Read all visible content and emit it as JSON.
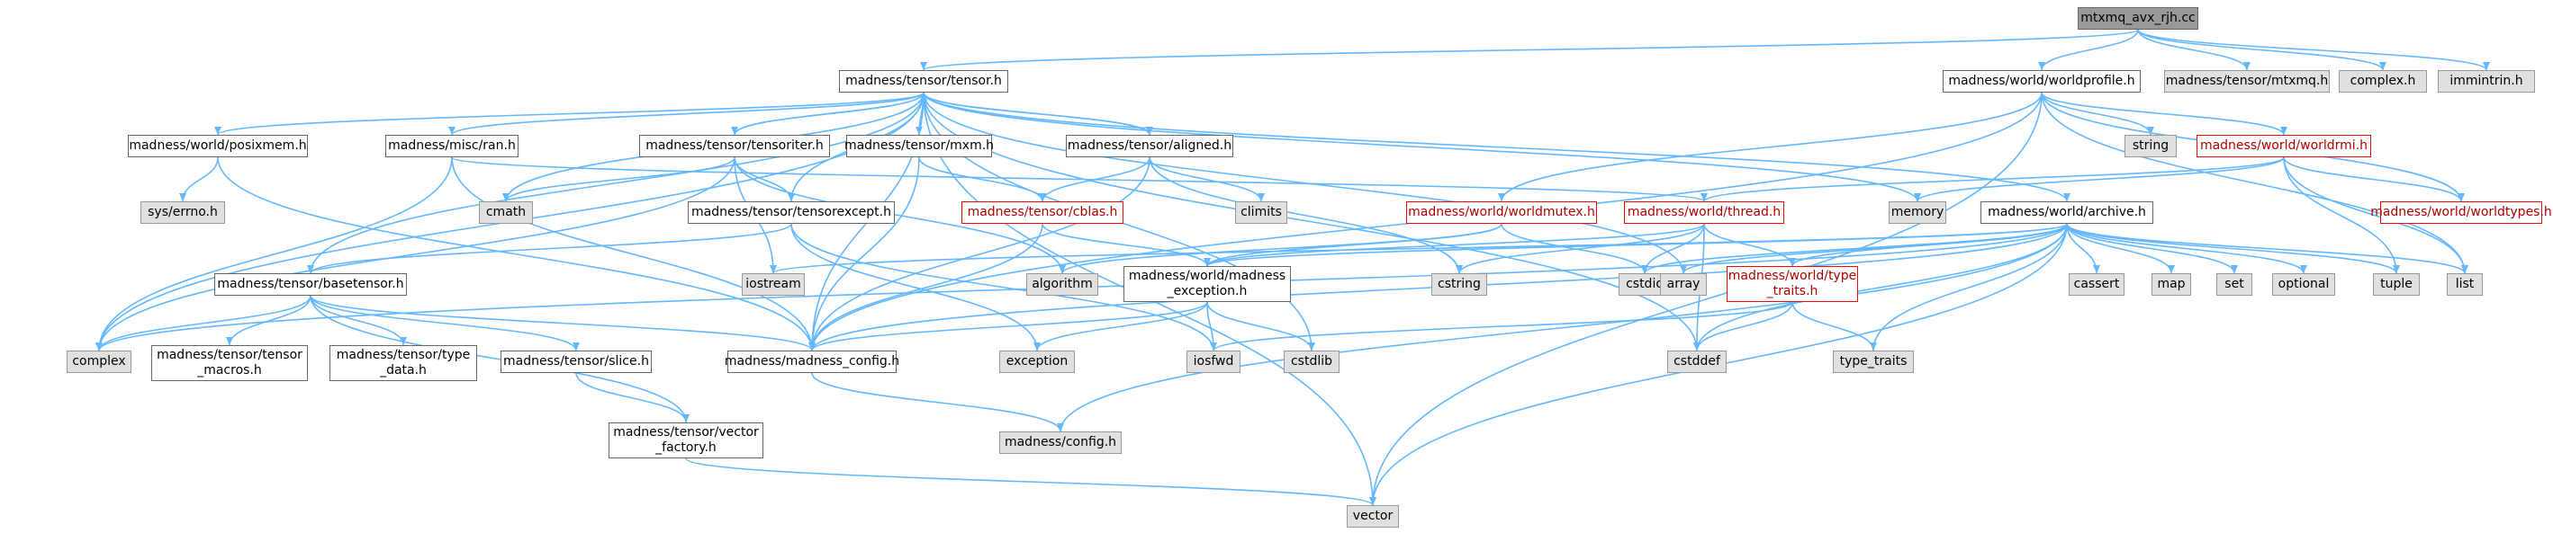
{
  "colors": {
    "edge": "#63b8ff",
    "node_border": "#666666",
    "sys_fill": "#e0e0e0",
    "root_fill": "#999999",
    "broken_border": "#ff0000"
  },
  "nodes": {
    "root": "mtxmq_avx_rjh.cc",
    "tensor": "madness/tensor/tensor.h",
    "worldprofile": "madness/world/worldprofile.h",
    "mtxmq": "madness/tensor/mtxmq.h",
    "complex_h": "complex.h",
    "immintrin": "immintrin.h",
    "posixmem": "madness/world/posixmem.h",
    "ran": "madness/misc/ran.h",
    "tensoriter": "madness/tensor/tensoriter.h",
    "mxm": "madness/tensor/mxm.h",
    "aligned": "madness/tensor/aligned.h",
    "string": "string",
    "worldrmi": "madness/world/worldrmi.h",
    "errno": "sys/errno.h",
    "cmath": "cmath",
    "tensorexcept": "madness/tensor/tensorexcept.h",
    "cblas": "madness/tensor/cblas.h",
    "climits": "climits",
    "worldmutex": "madness/world/worldmutex.h",
    "thread": "madness/world/thread.h",
    "memory": "memory",
    "archive": "madness/world/archive.h",
    "worldtypes": "madness/world/worldtypes.h",
    "basetensor": "madness/tensor/basetensor.h",
    "iostream": "iostream",
    "algorithm": "algorithm",
    "madexc": "madness/world/madness\n_exception.h",
    "cstring": "cstring",
    "cstdio": "cstdio",
    "array": "array",
    "typetraits_h": "madness/world/type\n_traits.h",
    "cassert": "cassert",
    "map": "map",
    "set": "set",
    "optional": "optional",
    "tuple": "tuple",
    "list": "list",
    "complex": "complex",
    "tensor_macros": "madness/tensor/tensor\n_macros.h",
    "type_data": "madness/tensor/type\n_data.h",
    "slice": "madness/tensor/slice.h",
    "madconfig": "madness/madness_config.h",
    "exception": "exception",
    "iosfwd": "iosfwd",
    "cstdlib": "cstdlib",
    "cstddef": "cstddef",
    "type_traits": "type_traits",
    "vector_factory": "madness/tensor/vector\n_factory.h",
    "config": "madness/config.h",
    "vector": "vector"
  }
}
